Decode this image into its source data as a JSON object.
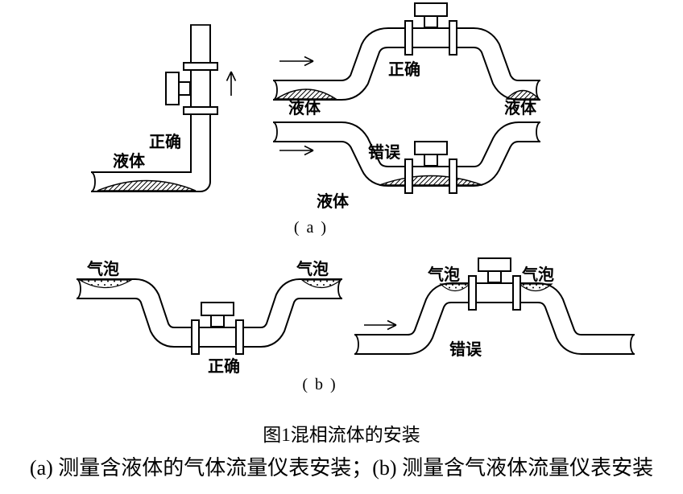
{
  "figure": {
    "section_a": {
      "tag": "( a )",
      "vertical_install": {
        "status": "正确",
        "fluid": "液体"
      },
      "over_run": {
        "status": "正确",
        "fluid_left": "液体",
        "fluid_right": "液体"
      },
      "under_run": {
        "status": "错误",
        "fluid": "液体"
      }
    },
    "section_b": {
      "tag": "( b )",
      "low_install": {
        "status": "正确",
        "bubble_left": "气泡",
        "bubble_right": "气泡"
      },
      "high_install": {
        "status": "错误",
        "bubble_left": "气泡",
        "bubble_right": "气泡"
      }
    },
    "caption": {
      "title": "图1混相流体的安装",
      "legend": "(a) 测量含液体的气体流量仪表安装；(b) 测量含气液体流量仪表安装"
    }
  }
}
